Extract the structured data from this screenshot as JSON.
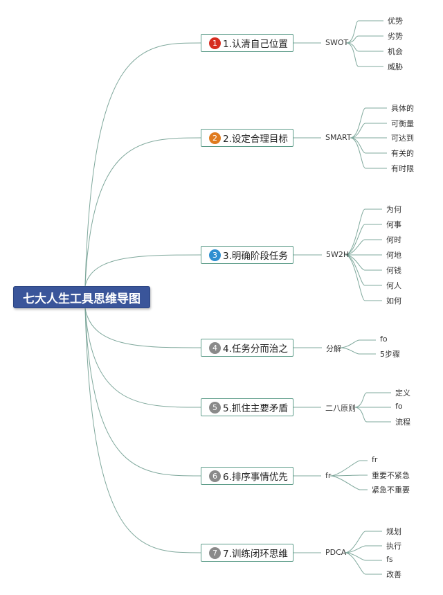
{
  "title": "七大人生工具思维导图",
  "colors": {
    "edge": "#7fa89c",
    "root_fill": "#3a559a",
    "branch_border": "#5b9b88",
    "badge_red": "#d62d20",
    "badge_orange": "#e07b1f",
    "badge_blue": "#2e8fd0",
    "badge_gray": "#8a8a8a"
  },
  "branches": [
    {
      "num": "1",
      "label": "1.认清自己位置",
      "badge": "badge_red",
      "tool": "SWOT",
      "leaves": [
        "优势",
        "劣势",
        "机会",
        "威胁"
      ]
    },
    {
      "num": "2",
      "label": "2.设定合理目标",
      "badge": "badge_orange",
      "tool": "SMART",
      "leaves": [
        "具体的",
        "可衡量",
        "可达到",
        "有关的",
        "有时限"
      ]
    },
    {
      "num": "3",
      "label": "3.明确阶段任务",
      "badge": "badge_blue",
      "tool": "5W2H",
      "leaves": [
        "为何",
        "何事",
        "何时",
        "何地",
        "何钱",
        "何人",
        "如何"
      ]
    },
    {
      "num": "4",
      "label": "4.任务分而治之",
      "badge": "badge_gray",
      "tool": "分解",
      "leaves": [
        "fo",
        "5步骤"
      ]
    },
    {
      "num": "5",
      "label": "5.抓住主要矛盾",
      "badge": "badge_gray",
      "tool": "二八原则",
      "leaves": [
        "定义",
        "fo",
        "流程"
      ]
    },
    {
      "num": "6",
      "label": "6.排序事情优先",
      "badge": "badge_gray",
      "tool": "fr",
      "leaves": [
        "fr",
        "重要不紧急",
        "紧急不重要"
      ]
    },
    {
      "num": "7",
      "label": "7.训练闭环思维",
      "badge": "badge_gray",
      "tool": "PDCA",
      "leaves": [
        "规划",
        "执行",
        "fs",
        "改善"
      ]
    }
  ]
}
